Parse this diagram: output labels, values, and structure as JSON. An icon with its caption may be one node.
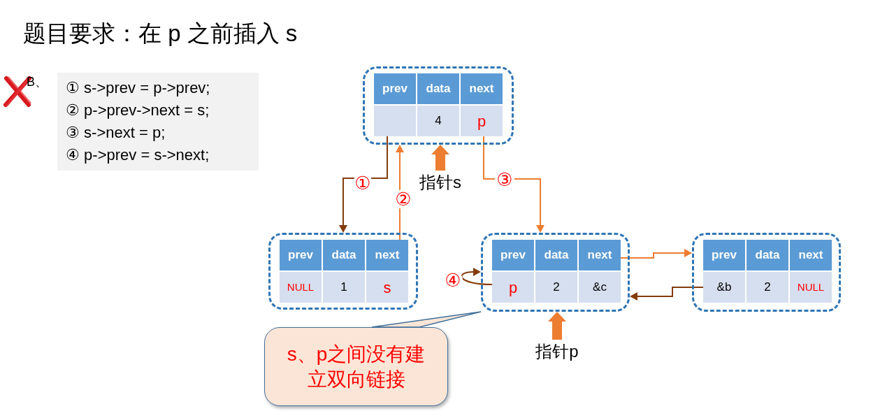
{
  "diagram": {
    "title": "题目要求：在 p 之前插入 s",
    "nodes": [
      {
        "text": [
          "① s->prev = p->prev;",
          "② p->prev->next = s;",
          "③ s->next = p;",
          "④ p->prev = s->next;"
        ]
      },
      {
        "text": [],
        "shape": "box"
      },
      {
        "text": [
          "prev"
        ],
        "in": 1
      },
      {
        "text": [
          "data"
        ],
        "in": 1
      },
      {
        "text": [
          "next"
        ],
        "in": 1
      },
      {
        "text": [],
        "shape": "box",
        "in": 1
      },
      {
        "text": [
          "4"
        ],
        "in": 1
      },
      {
        "text": [
          "p"
        ],
        "in": 1
      },
      {
        "text": [
          "指针s"
        ]
      },
      {
        "text": [],
        "shape": "box"
      },
      {
        "text": [
          "prev"
        ],
        "in": 9
      },
      {
        "text": [
          "data"
        ],
        "in": 9
      },
      {
        "text": [
          "next"
        ],
        "in": 9
      },
      {
        "text": [
          "NULL"
        ],
        "in": 9
      },
      {
        "text": [
          "1"
        ],
        "in": 9
      },
      {
        "text": [
          "s"
        ],
        "in": 9
      },
      {
        "text": [],
        "shape": "box"
      },
      {
        "text": [
          "prev"
        ],
        "in": 16
      },
      {
        "text": [
          "data"
        ],
        "in": 16
      },
      {
        "text": [
          "next"
        ],
        "in": 16
      },
      {
        "text": [
          "p"
        ],
        "in": 16
      },
      {
        "text": [
          "2"
        ],
        "in": 16
      },
      {
        "text": [
          "&c"
        ],
        "in": 16
      },
      {
        "text": [],
        "shape": "box"
      },
      {
        "text": [
          "prev"
        ],
        "in": 23
      },
      {
        "text": [
          "data"
        ],
        "in": 23
      },
      {
        "text": [
          "next"
        ],
        "in": 23
      },
      {
        "text": [
          "&b"
        ],
        "in": 23
      },
      {
        "text": [
          "2"
        ],
        "in": 23
      },
      {
        "text": [
          "NULL"
        ],
        "in": 23
      },
      {
        "text": [
          "指针p"
        ]
      },
      {
        "text": [
          "s、p之间没有建立双向链接"
        ]
      }
    ],
    "edges": [
      {
        "from": 5,
        "to": 9,
        "arrow": "to",
        "label": "①",
        "color": "#843c0c"
      },
      {
        "from": 12,
        "to": 1,
        "arrow": "to",
        "label": "②"
      },
      {
        "from": 7,
        "to": 16,
        "arrow": "to",
        "label": "③"
      },
      {
        "from": 20,
        "to": 16,
        "arrow": "to",
        "label": "④",
        "color": "#843c0c"
      },
      {
        "from": 19,
        "to": 23,
        "arrow": "to"
      },
      {
        "from": 27,
        "to": 16,
        "arrow": "to",
        "color": "#843c0c"
      },
      {
        "from": 8,
        "to": 1,
        "arrow": "to",
        "style": "thick"
      },
      {
        "from": 30,
        "to": 16,
        "arrow": "to",
        "style": "thick"
      },
      {
        "from": 31,
        "to": 16,
        "arrow": "none",
        "color": "#41719c"
      }
    ],
    "labels": [
      "B、"
    ]
  }
}
